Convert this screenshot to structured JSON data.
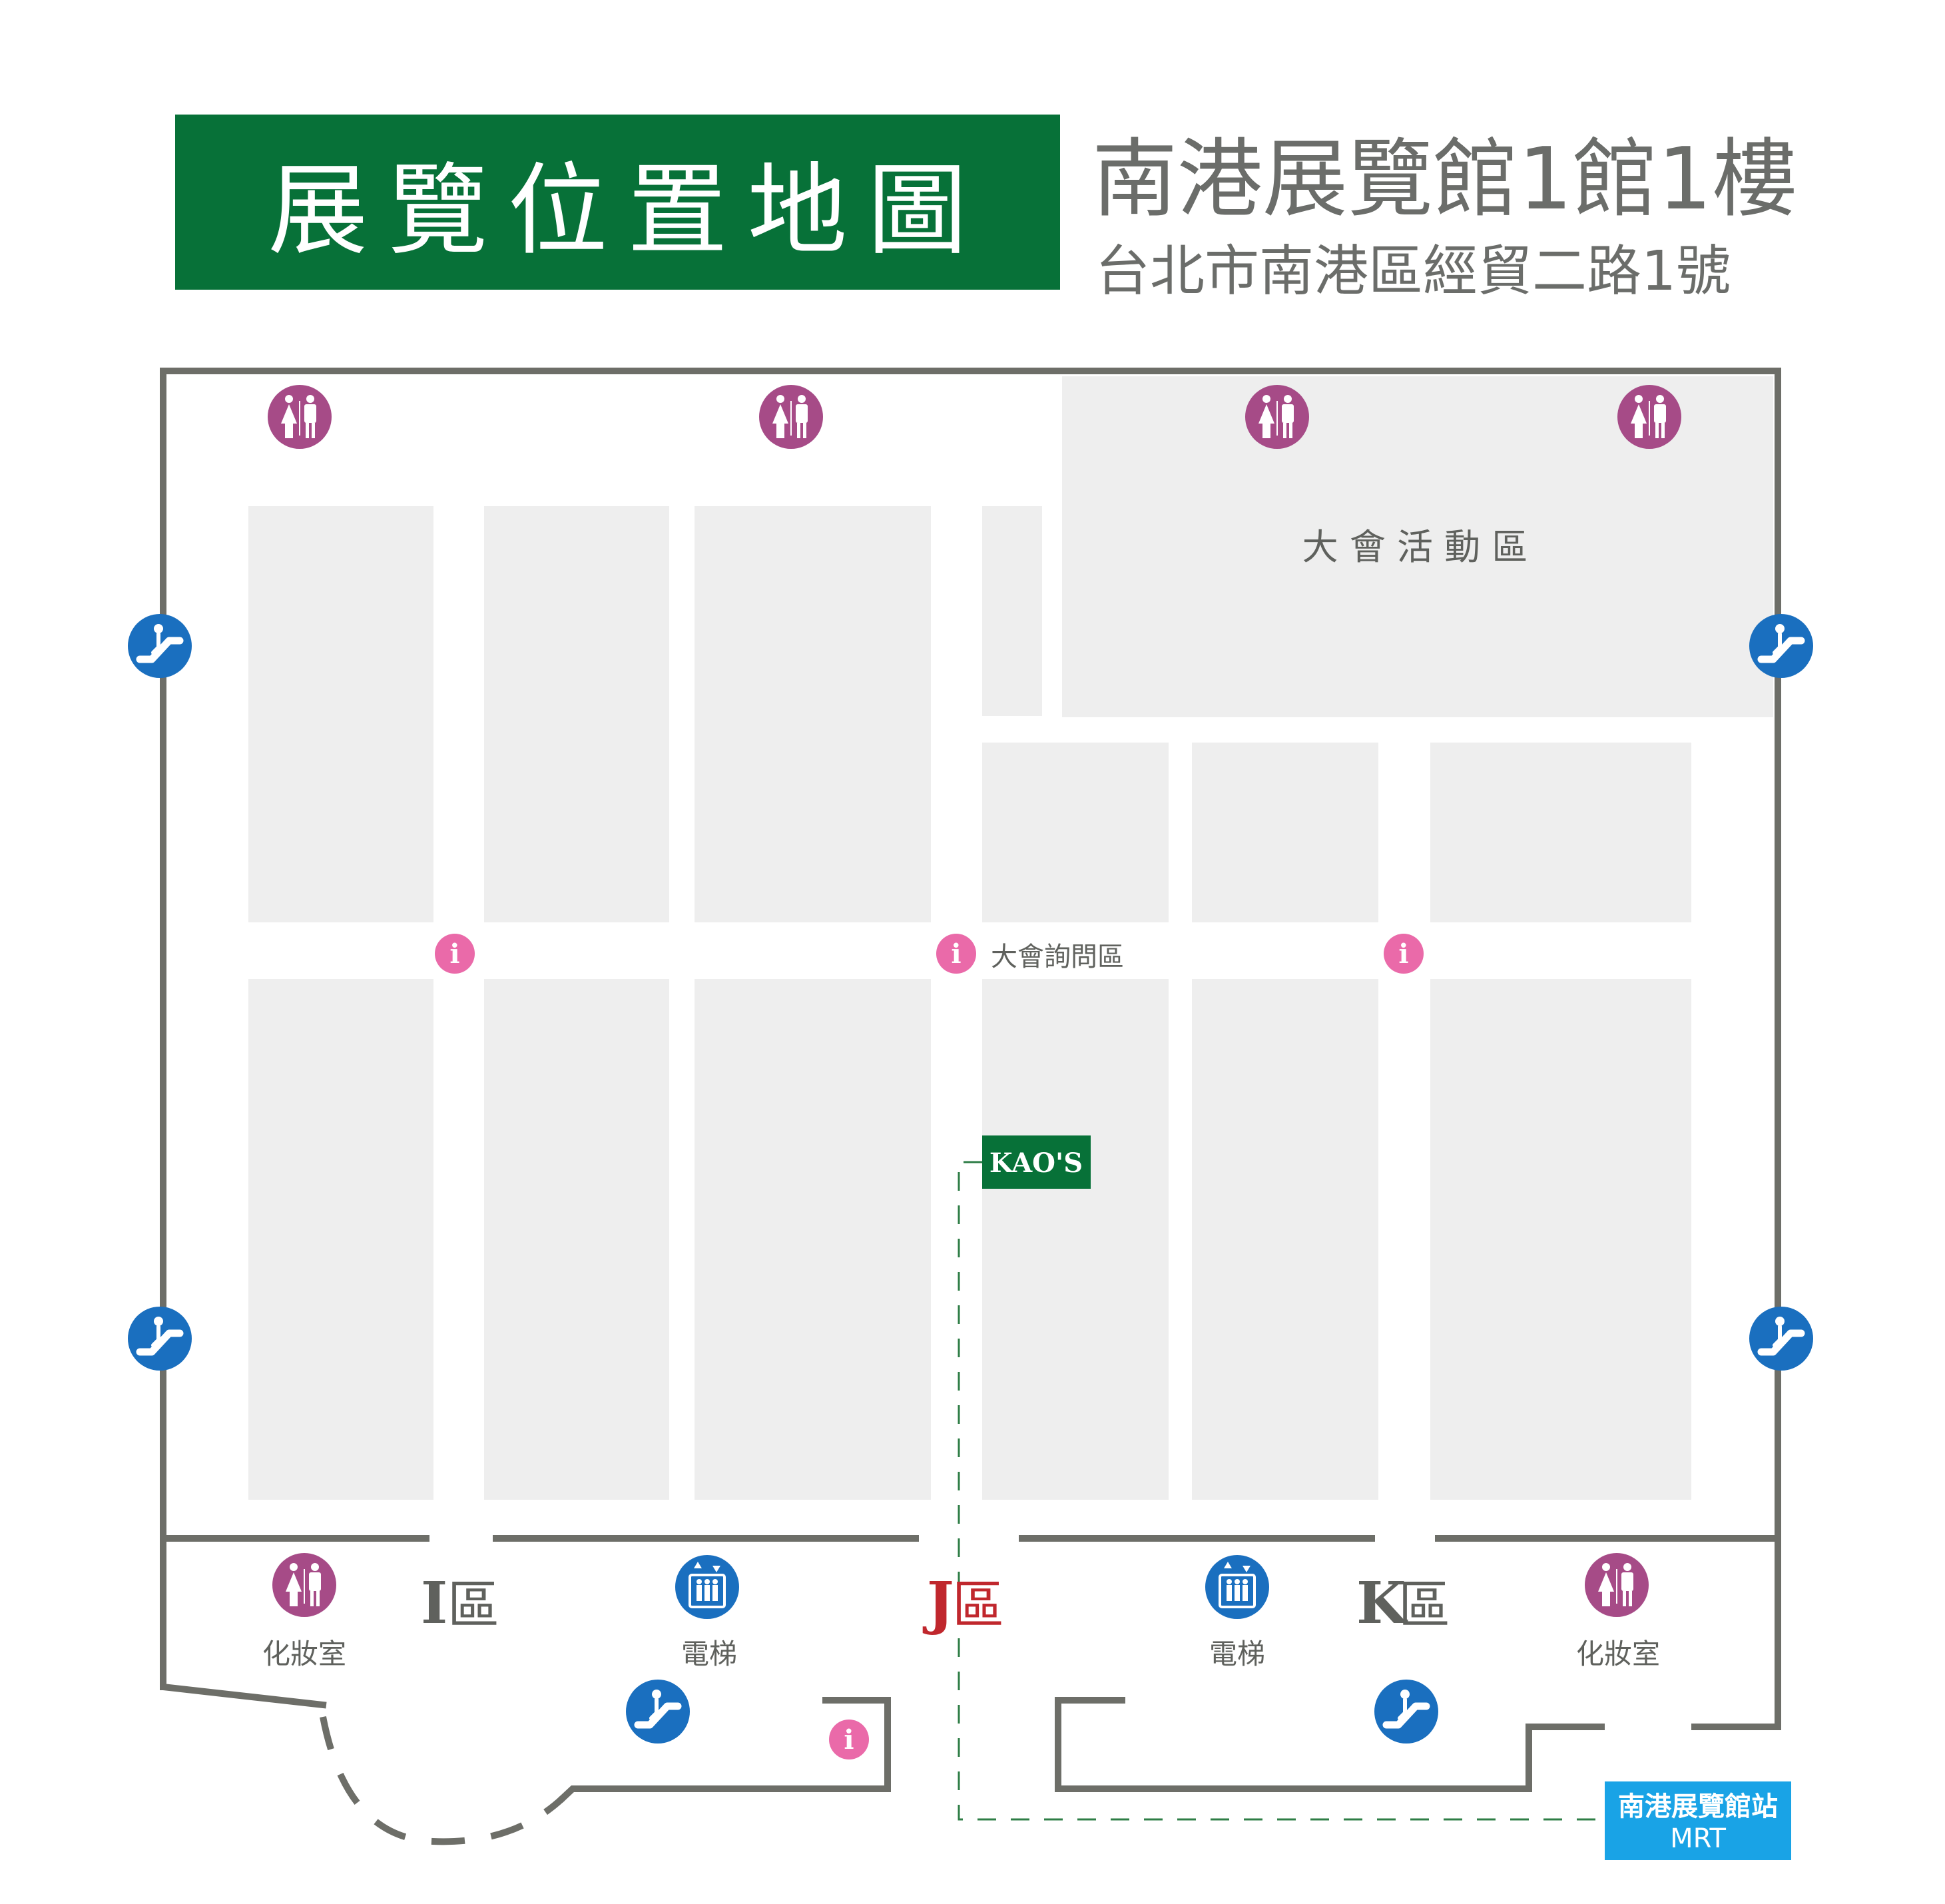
{
  "header": {
    "title": "展覽位置地圖",
    "venue_name": "南港展覽館1館1樓",
    "venue_address": "台北市南港區經貿二路1號"
  },
  "map": {
    "event_area_label": "大 會 活 動 區",
    "info_desk_label": "大會詢問區",
    "zone_i": {
      "letter": "I",
      "suffix": "區"
    },
    "zone_j": {
      "letter": "J",
      "suffix": "區"
    },
    "zone_k": {
      "letter": "K",
      "suffix": "區"
    },
    "restroom_left_label": "化妝室",
    "restroom_right_label": "化妝室",
    "elevator_left_label": "電梯",
    "elevator_right_label": "電梯",
    "booth_marker_label": "KAO'S",
    "mrt_station": {
      "name": "南港展覽館站",
      "line": "MRT"
    }
  },
  "colors": {
    "title_green": "#077138",
    "wall_gray": "#6d6e68",
    "booth_gray": "#eeeeee",
    "restroom_magenta": "#a64b87",
    "escalator_blue": "#1a6fbf",
    "info_pink": "#ea6aa9",
    "zone_j_red": "#c0272d",
    "mrt_blue": "#19a3e6",
    "route_green": "#2e7d46"
  },
  "icons": [
    "restroom-icon",
    "escalator-icon",
    "elevator-icon",
    "info-icon"
  ]
}
